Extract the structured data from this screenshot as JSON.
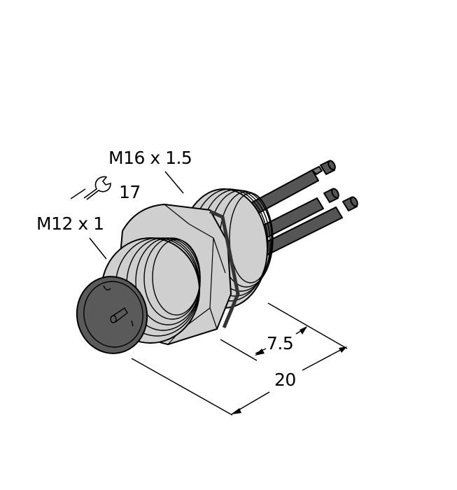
{
  "diagram": {
    "subject": "M12 panel-mount connector with single-wire leads",
    "colors": {
      "background": "#ffffff",
      "body_metal": "#cfcfcf",
      "face_dark": "#5a5a5a",
      "wire": "#555555",
      "outline": "#000000"
    },
    "labels": {
      "mount_thread": "M16 x 1.5",
      "wrench_size": "17",
      "connector_thread": "M12 x 1",
      "dim_short": "7.5",
      "dim_long": "20"
    },
    "icons": {
      "wrench": "wrench-icon"
    }
  }
}
